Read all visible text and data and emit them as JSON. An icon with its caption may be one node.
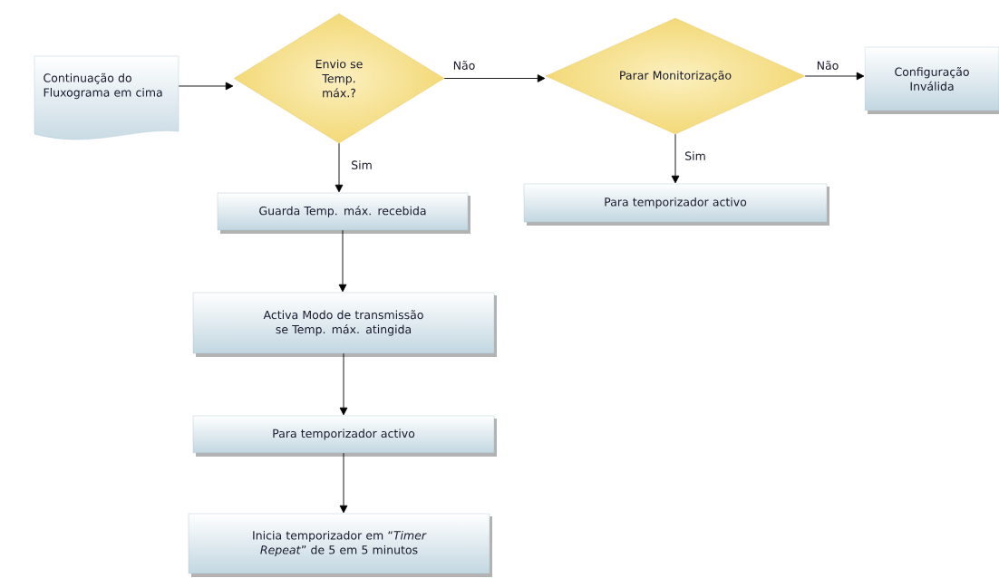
{
  "diagram": {
    "nodes": [
      {
        "text": [
          "Continuação do Fluxograma em cima"
        ]
      },
      {
        "text": [
          "Envio se Temp. máx.?"
        ]
      },
      {
        "text": [
          "Parar Monitorização"
        ]
      },
      {
        "text": [
          "Configuração Inválida"
        ]
      },
      {
        "text": [
          "Guarda Temp. máx. recebida"
        ]
      },
      {
        "text": [
          "Para temporizador activo"
        ]
      },
      {
        "text": [
          "Activa Modo de transmissão se Temp. máx. atingida"
        ]
      },
      {
        "text": [
          "Para temporizador activo"
        ]
      },
      {
        "text": [
          "Inicia temporizador em “*Timer Repeat*” de 5 em 5 minutos"
        ]
      }
    ],
    "edges": [
      {
        "from": 0,
        "to": 1,
        "arrow": "to"
      },
      {
        "from": 1,
        "to": 2,
        "arrow": "to",
        "label": "Não"
      },
      {
        "from": 2,
        "to": 3,
        "arrow": "to",
        "label": "Não"
      },
      {
        "from": 1,
        "to": 4,
        "arrow": "to",
        "label": "Sim"
      },
      {
        "from": 2,
        "to": 5,
        "arrow": "to",
        "label": "Sim"
      },
      {
        "from": 4,
        "to": 6,
        "arrow": "to"
      },
      {
        "from": 6,
        "to": 7,
        "arrow": "to"
      },
      {
        "from": 7,
        "to": 8,
        "arrow": "to"
      }
    ]
  }
}
